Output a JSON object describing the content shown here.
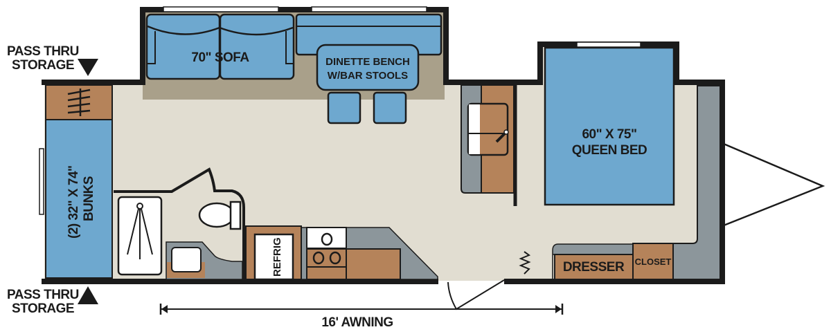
{
  "title": "Travel trailer floor plan",
  "colors": {
    "wall": "#1b1b1b",
    "floor": "#e1ddd1",
    "slide_floor": "#a9a08a",
    "furniture_blue": "#6ea8cf",
    "cabinet_brown": "#b5835a",
    "counter_gray": "#8c969b"
  },
  "labels": {
    "storage_top": {
      "line1": "PASS THRU",
      "line2": "STORAGE"
    },
    "storage_bottom": {
      "line1": "PASS THRU",
      "line2": "STORAGE"
    },
    "sofa": "70\" SOFA",
    "dinette": {
      "line1": "DINETTE BENCH",
      "line2": "W/BAR STOOLS"
    },
    "bunks": {
      "line1": "(2) 32\" X 74\"",
      "line2": "BUNKS"
    },
    "refrig": "REFRIG",
    "bed": {
      "line1": "60\" X 75\"",
      "line2": "QUEEN BED"
    },
    "dresser": "DRESSER",
    "closet": "CLOSET",
    "awning": "16' AWNING"
  }
}
